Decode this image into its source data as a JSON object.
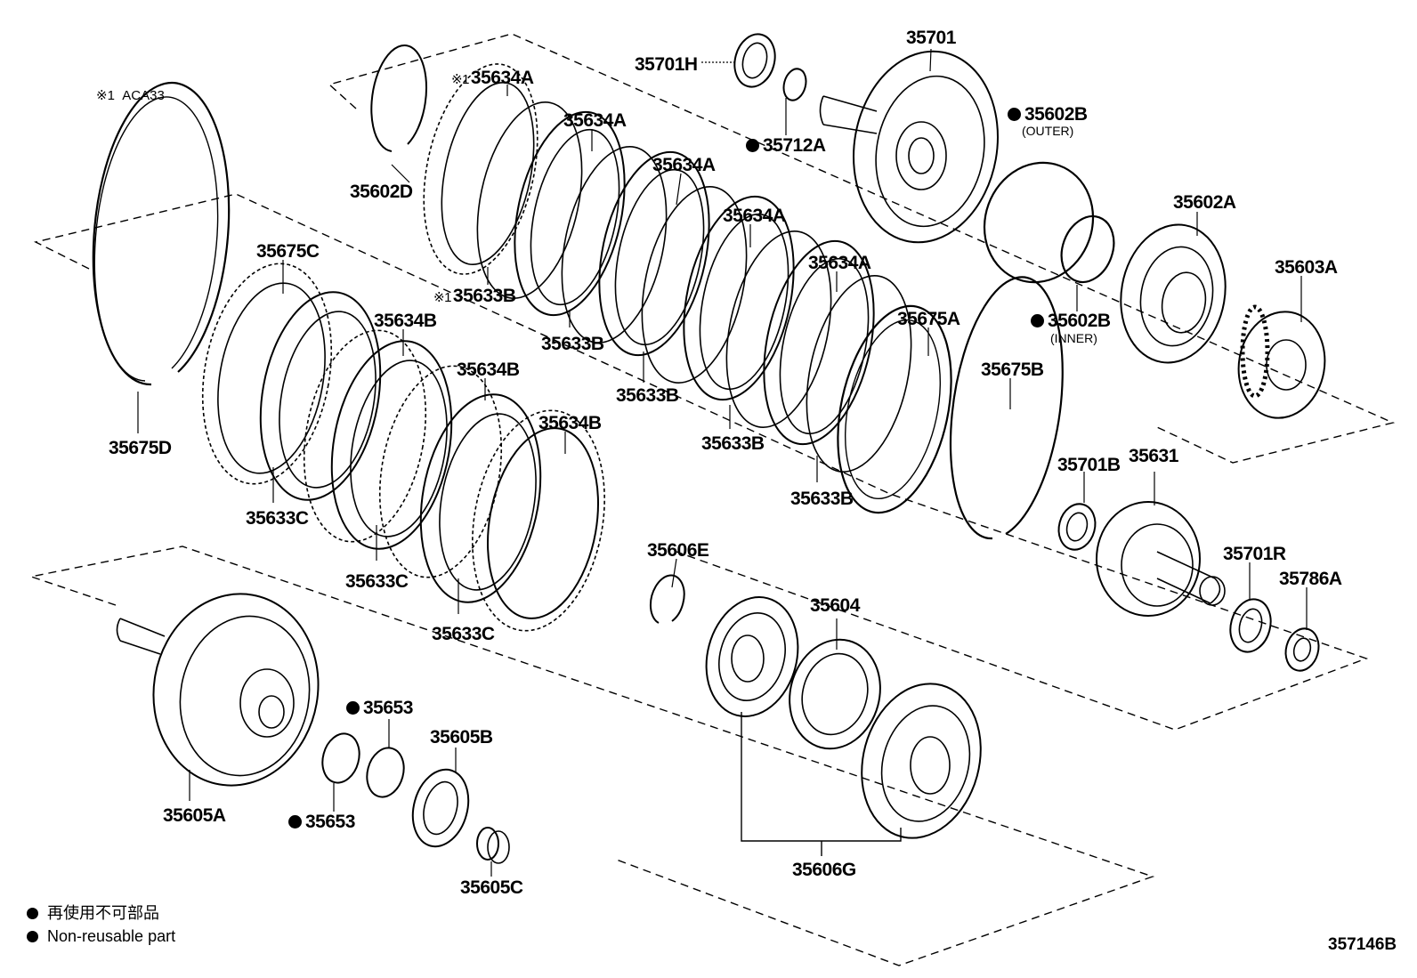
{
  "note": {
    "mark": "※1",
    "text": "ACA33"
  },
  "legend": [
    {
      "mark": "dot",
      "text": "再使用不可部品"
    },
    {
      "mark": "dot",
      "text": "Non-reusable part"
    }
  ],
  "diagram_code": "357146B",
  "parts": {
    "p35701": "35701",
    "p35701H": "35701H",
    "p35712A": "35712A",
    "p35602B_outer": "35602B",
    "p35602B_outer_sub": "(OUTER)",
    "p35602B_inner": "35602B",
    "p35602B_inner_sub": "(INNER)",
    "p35602A": "35602A",
    "p35603A": "35603A",
    "p35634A_1": "35634A",
    "p35634A_1_mark": "※1",
    "p35634A_2": "35634A",
    "p35634A_3": "35634A",
    "p35634A_4": "35634A",
    "p35634A_5": "35634A",
    "p35602D": "35602D",
    "p35633B_1": "35633B",
    "p35633B_1_mark": "※1",
    "p35633B_2": "35633B",
    "p35633B_3": "35633B",
    "p35633B_4": "35633B",
    "p35633B_5": "35633B",
    "p35675A": "35675A",
    "p35675B": "35675B",
    "p35675C": "35675C",
    "p35675D": "35675D",
    "p35634B_1": "35634B",
    "p35634B_2": "35634B",
    "p35634B_3": "35634B",
    "p35633C_1": "35633C",
    "p35633C_2": "35633C",
    "p35633C_3": "35633C",
    "p35701B": "35701B",
    "p35631": "35631",
    "p35701R": "35701R",
    "p35786A": "35786A",
    "p35606E": "35606E",
    "p35604": "35604",
    "p35606G": "35606G",
    "p35605A": "35605A",
    "p35653_a": "35653",
    "p35653_b": "35653",
    "p35605B": "35605B",
    "p35605C": "35605C"
  }
}
